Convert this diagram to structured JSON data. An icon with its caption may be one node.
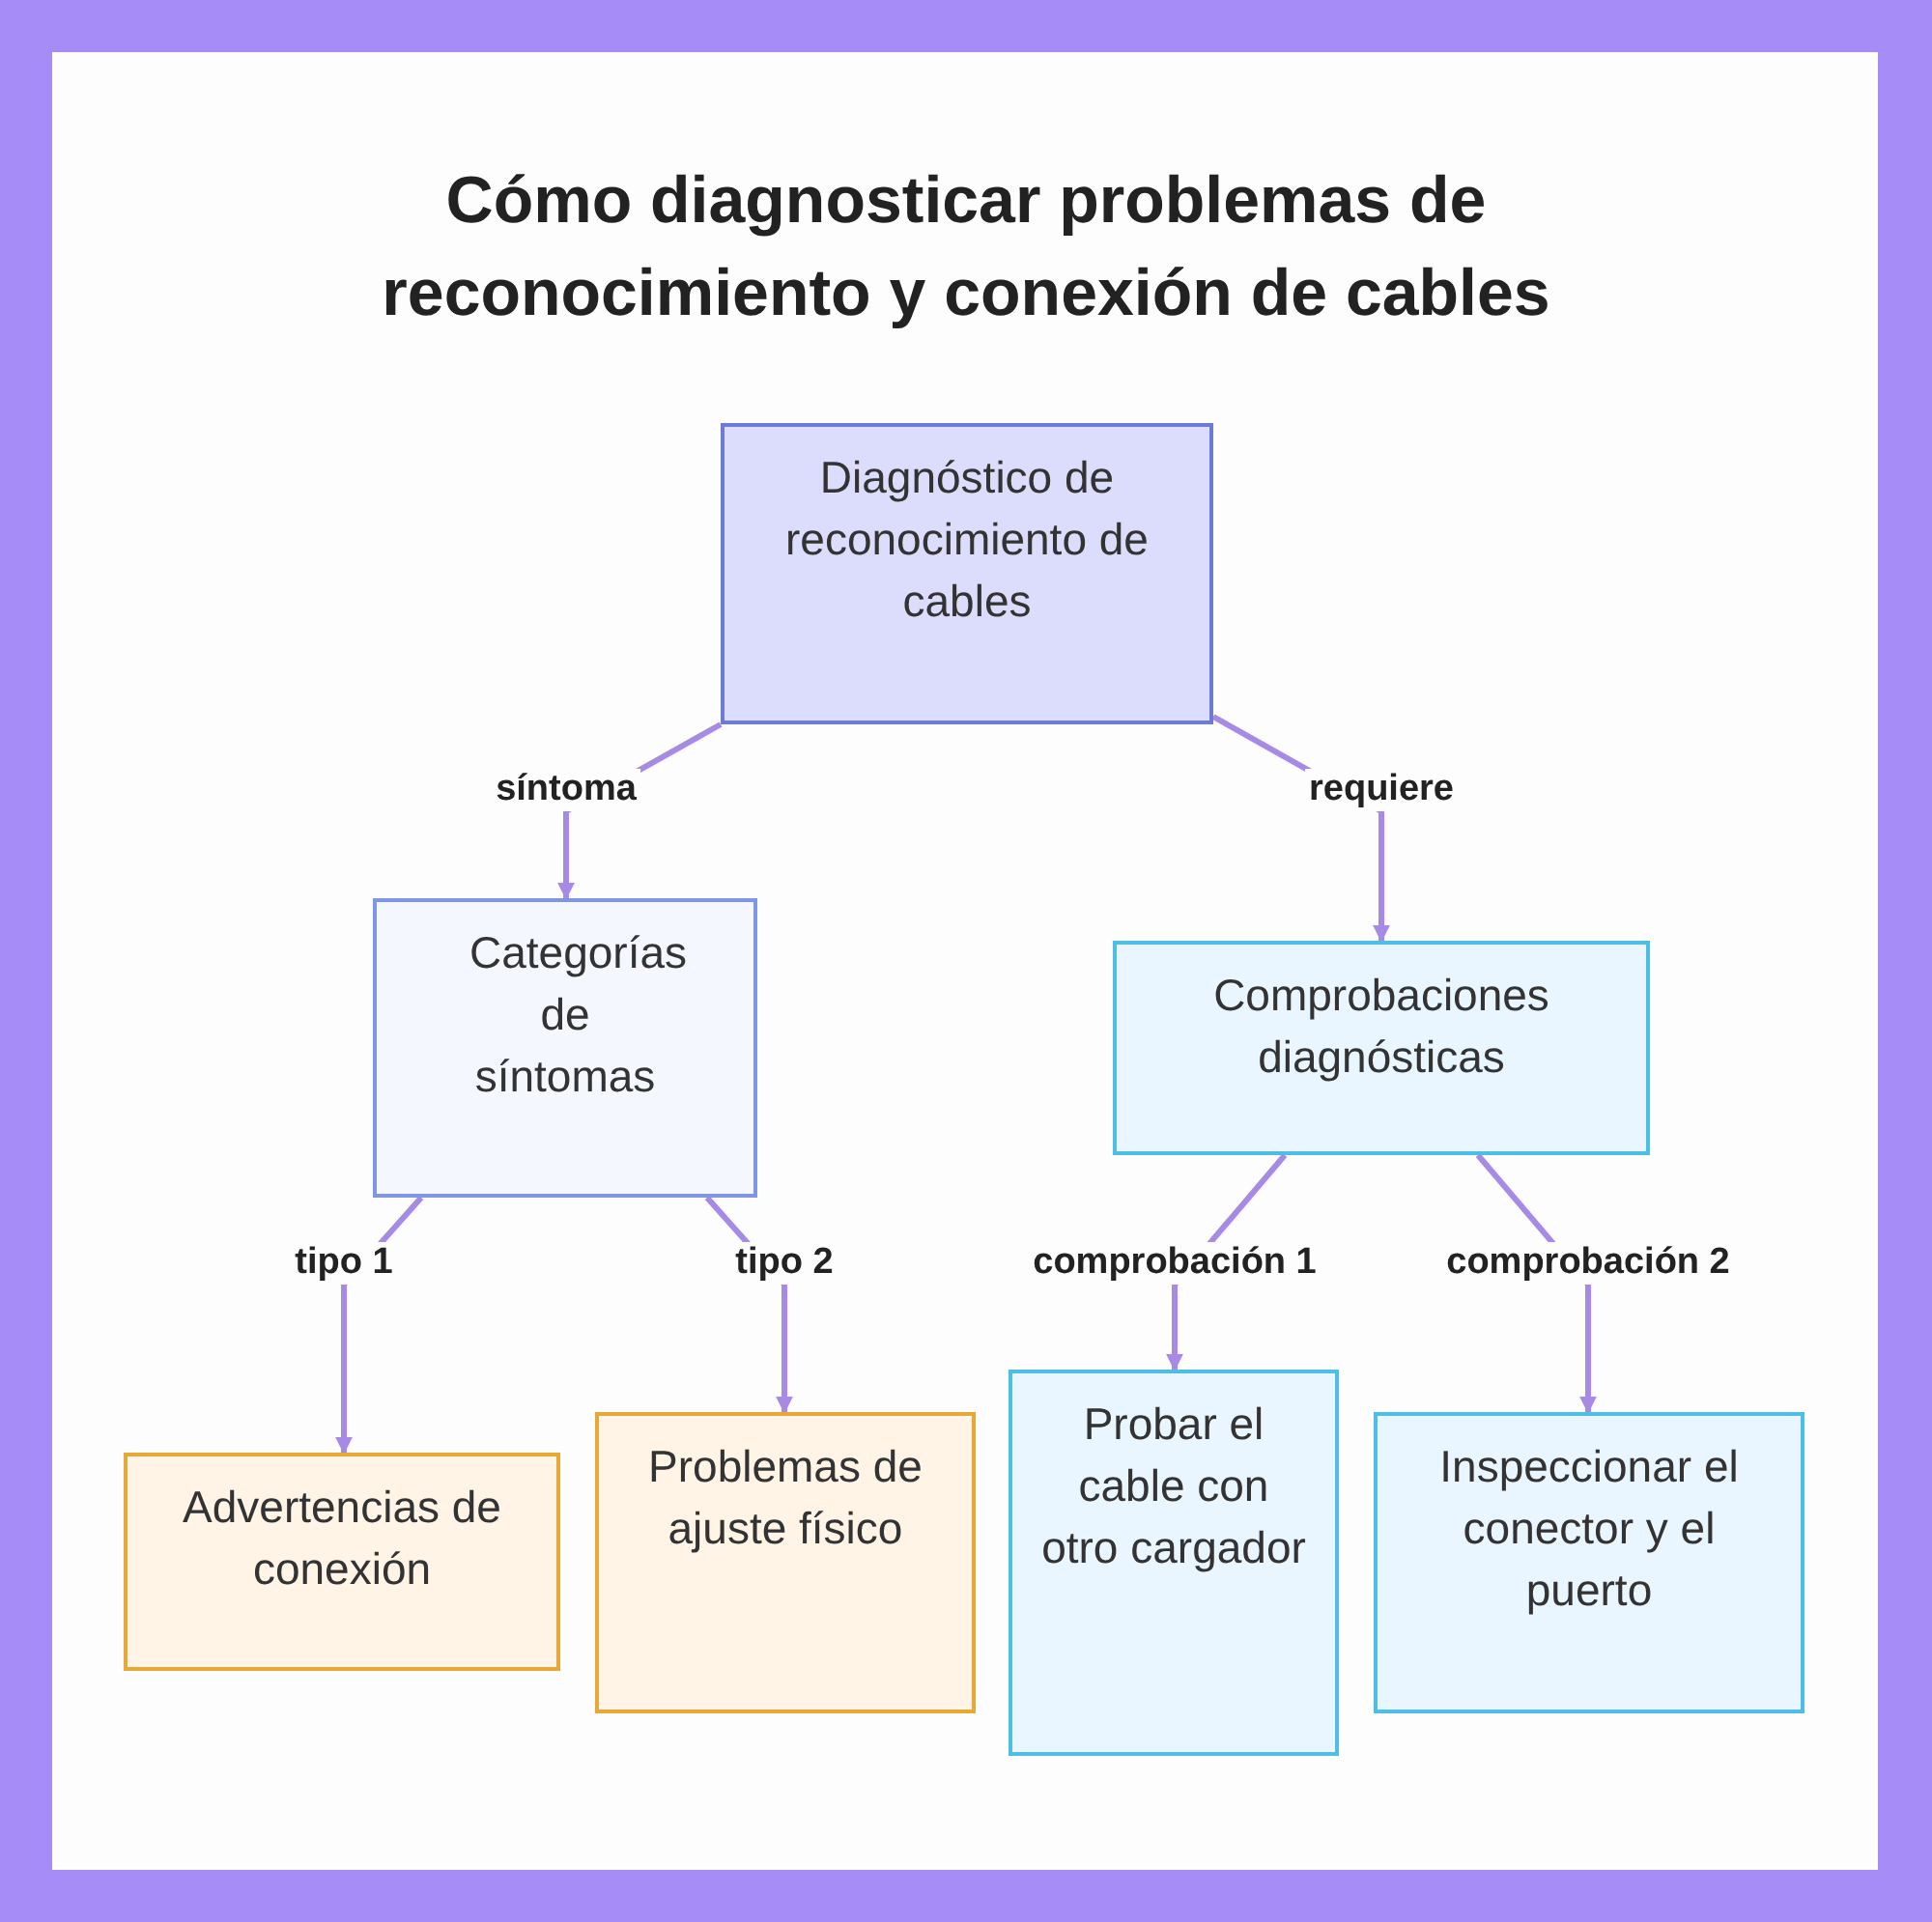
{
  "diagram": {
    "title": "Cómo diagnosticar problemas de reconocimiento y conexión de cables",
    "nodes": [
      {
        "text": [
          "Diagnóstico de reconocimiento de cables"
        ]
      },
      {
        "text": [
          "Categorías de síntomas"
        ]
      },
      {
        "text": [
          "Comprobaciones diagnósticas"
        ]
      },
      {
        "text": [
          "Advertencias de conexión"
        ]
      },
      {
        "text": [
          "Problemas de ajuste físico"
        ]
      },
      {
        "text": [
          "Probar el cable con otro cargador"
        ]
      },
      {
        "text": [
          "Inspeccionar el conector y el puerto"
        ]
      }
    ],
    "edges": [
      {
        "from": 0,
        "to": 1,
        "arrow": "to",
        "label": "síntoma"
      },
      {
        "from": 0,
        "to": 2,
        "arrow": "to",
        "label": "requiere"
      },
      {
        "from": 1,
        "to": 3,
        "arrow": "to",
        "label": "tipo 1"
      },
      {
        "from": 1,
        "to": 4,
        "arrow": "to",
        "label": "tipo 2"
      },
      {
        "from": 2,
        "to": 5,
        "arrow": "to",
        "label": "comprobación 1"
      },
      {
        "from": 2,
        "to": 6,
        "arrow": "to",
        "label": "comprobación 2"
      }
    ]
  }
}
